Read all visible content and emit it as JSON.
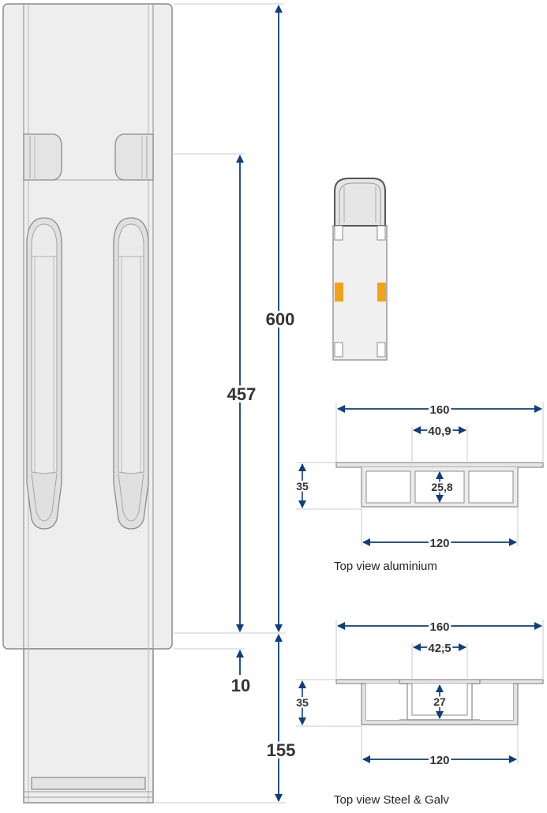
{
  "colors": {
    "arrow": "#0d3e7e",
    "outline": "#9a9a9a",
    "fill_light": "#eeeeee",
    "fill_mid": "#e2e2e2",
    "extension": "#c9cbd6",
    "marker": "#f2a31b"
  },
  "side_view": {
    "dim_total": "600",
    "dim_inner": "457",
    "dim_gap": "10",
    "dim_bottom": "155"
  },
  "aluminium": {
    "width": "160",
    "slot": "40,9",
    "height_inner": "25,8",
    "height": "35",
    "base_width": "120",
    "caption": "Top view aluminium"
  },
  "steel": {
    "width": "160",
    "slot": "42,5",
    "height_inner": "27",
    "height": "35",
    "base_width": "120",
    "caption": "Top view Steel & Galv"
  }
}
